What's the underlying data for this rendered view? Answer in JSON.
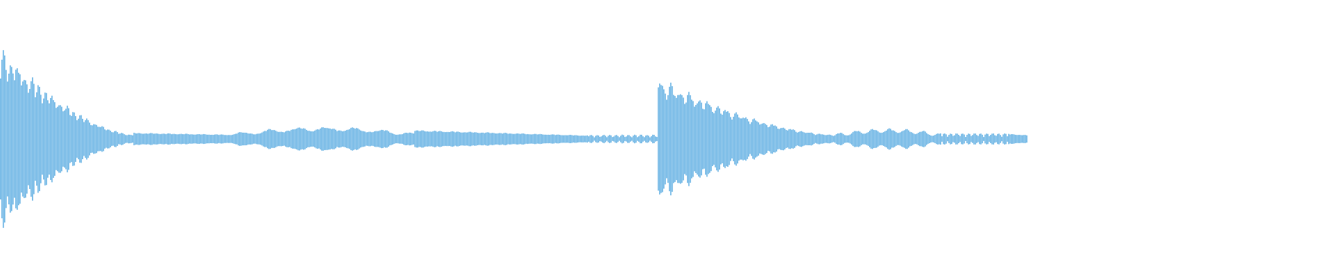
{
  "waveform": {
    "color": "#5dade2",
    "background": "#ffffff",
    "playable_fraction": 0.77,
    "segments": [
      {
        "start": 0.0,
        "end": 0.1,
        "peak": 1.0,
        "shape": "decay-ripple"
      },
      {
        "start": 0.1,
        "end": 0.175,
        "peak": 0.07,
        "shape": "tail"
      },
      {
        "start": 0.175,
        "end": 0.31,
        "peak": 0.12,
        "shape": "swell"
      },
      {
        "start": 0.31,
        "end": 0.44,
        "peak": 0.1,
        "shape": "taper"
      },
      {
        "start": 0.44,
        "end": 0.492,
        "peak": 0.05,
        "shape": "beads"
      },
      {
        "start": 0.492,
        "end": 0.625,
        "peak": 0.66,
        "shape": "decay-ripple"
      },
      {
        "start": 0.625,
        "end": 0.705,
        "peak": 0.1,
        "shape": "swell"
      },
      {
        "start": 0.705,
        "end": 0.755,
        "peak": 0.07,
        "shape": "beads"
      },
      {
        "start": 0.755,
        "end": 0.77,
        "peak": 0.06,
        "shape": "tail"
      }
    ]
  }
}
